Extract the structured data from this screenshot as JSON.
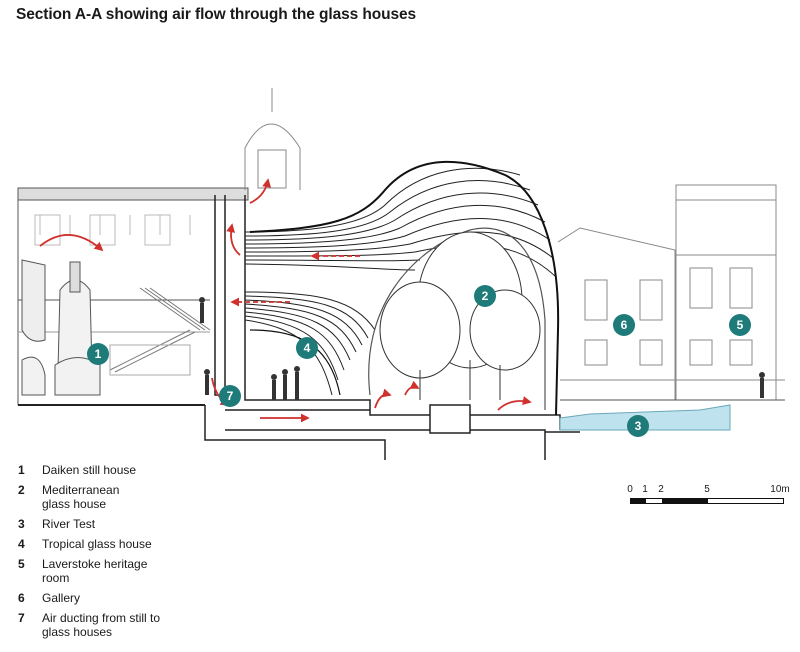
{
  "title": "Section A-A showing air flow through the glass houses",
  "colors": {
    "marker_fill": "#1f7a7a",
    "arrow": "#d0312d",
    "line": "#222222",
    "light_line": "#9a9a9a",
    "water": "#bfe3ee"
  },
  "markers": [
    "1",
    "2",
    "3",
    "4",
    "5",
    "6",
    "7"
  ],
  "legend": [
    {
      "num": "1",
      "label": "Daiken still house"
    },
    {
      "num": "2",
      "label": "Mediterranean glass house"
    },
    {
      "num": "3",
      "label": "River Test"
    },
    {
      "num": "4",
      "label": "Tropical glass house"
    },
    {
      "num": "5",
      "label": "Laverstoke heritage room"
    },
    {
      "num": "6",
      "label": "Gallery"
    },
    {
      "num": "7",
      "label": "Air ducting from still to glass houses"
    }
  ],
  "scale_bar": {
    "labels": [
      "0",
      "1",
      "2",
      "5",
      "10m"
    ]
  }
}
